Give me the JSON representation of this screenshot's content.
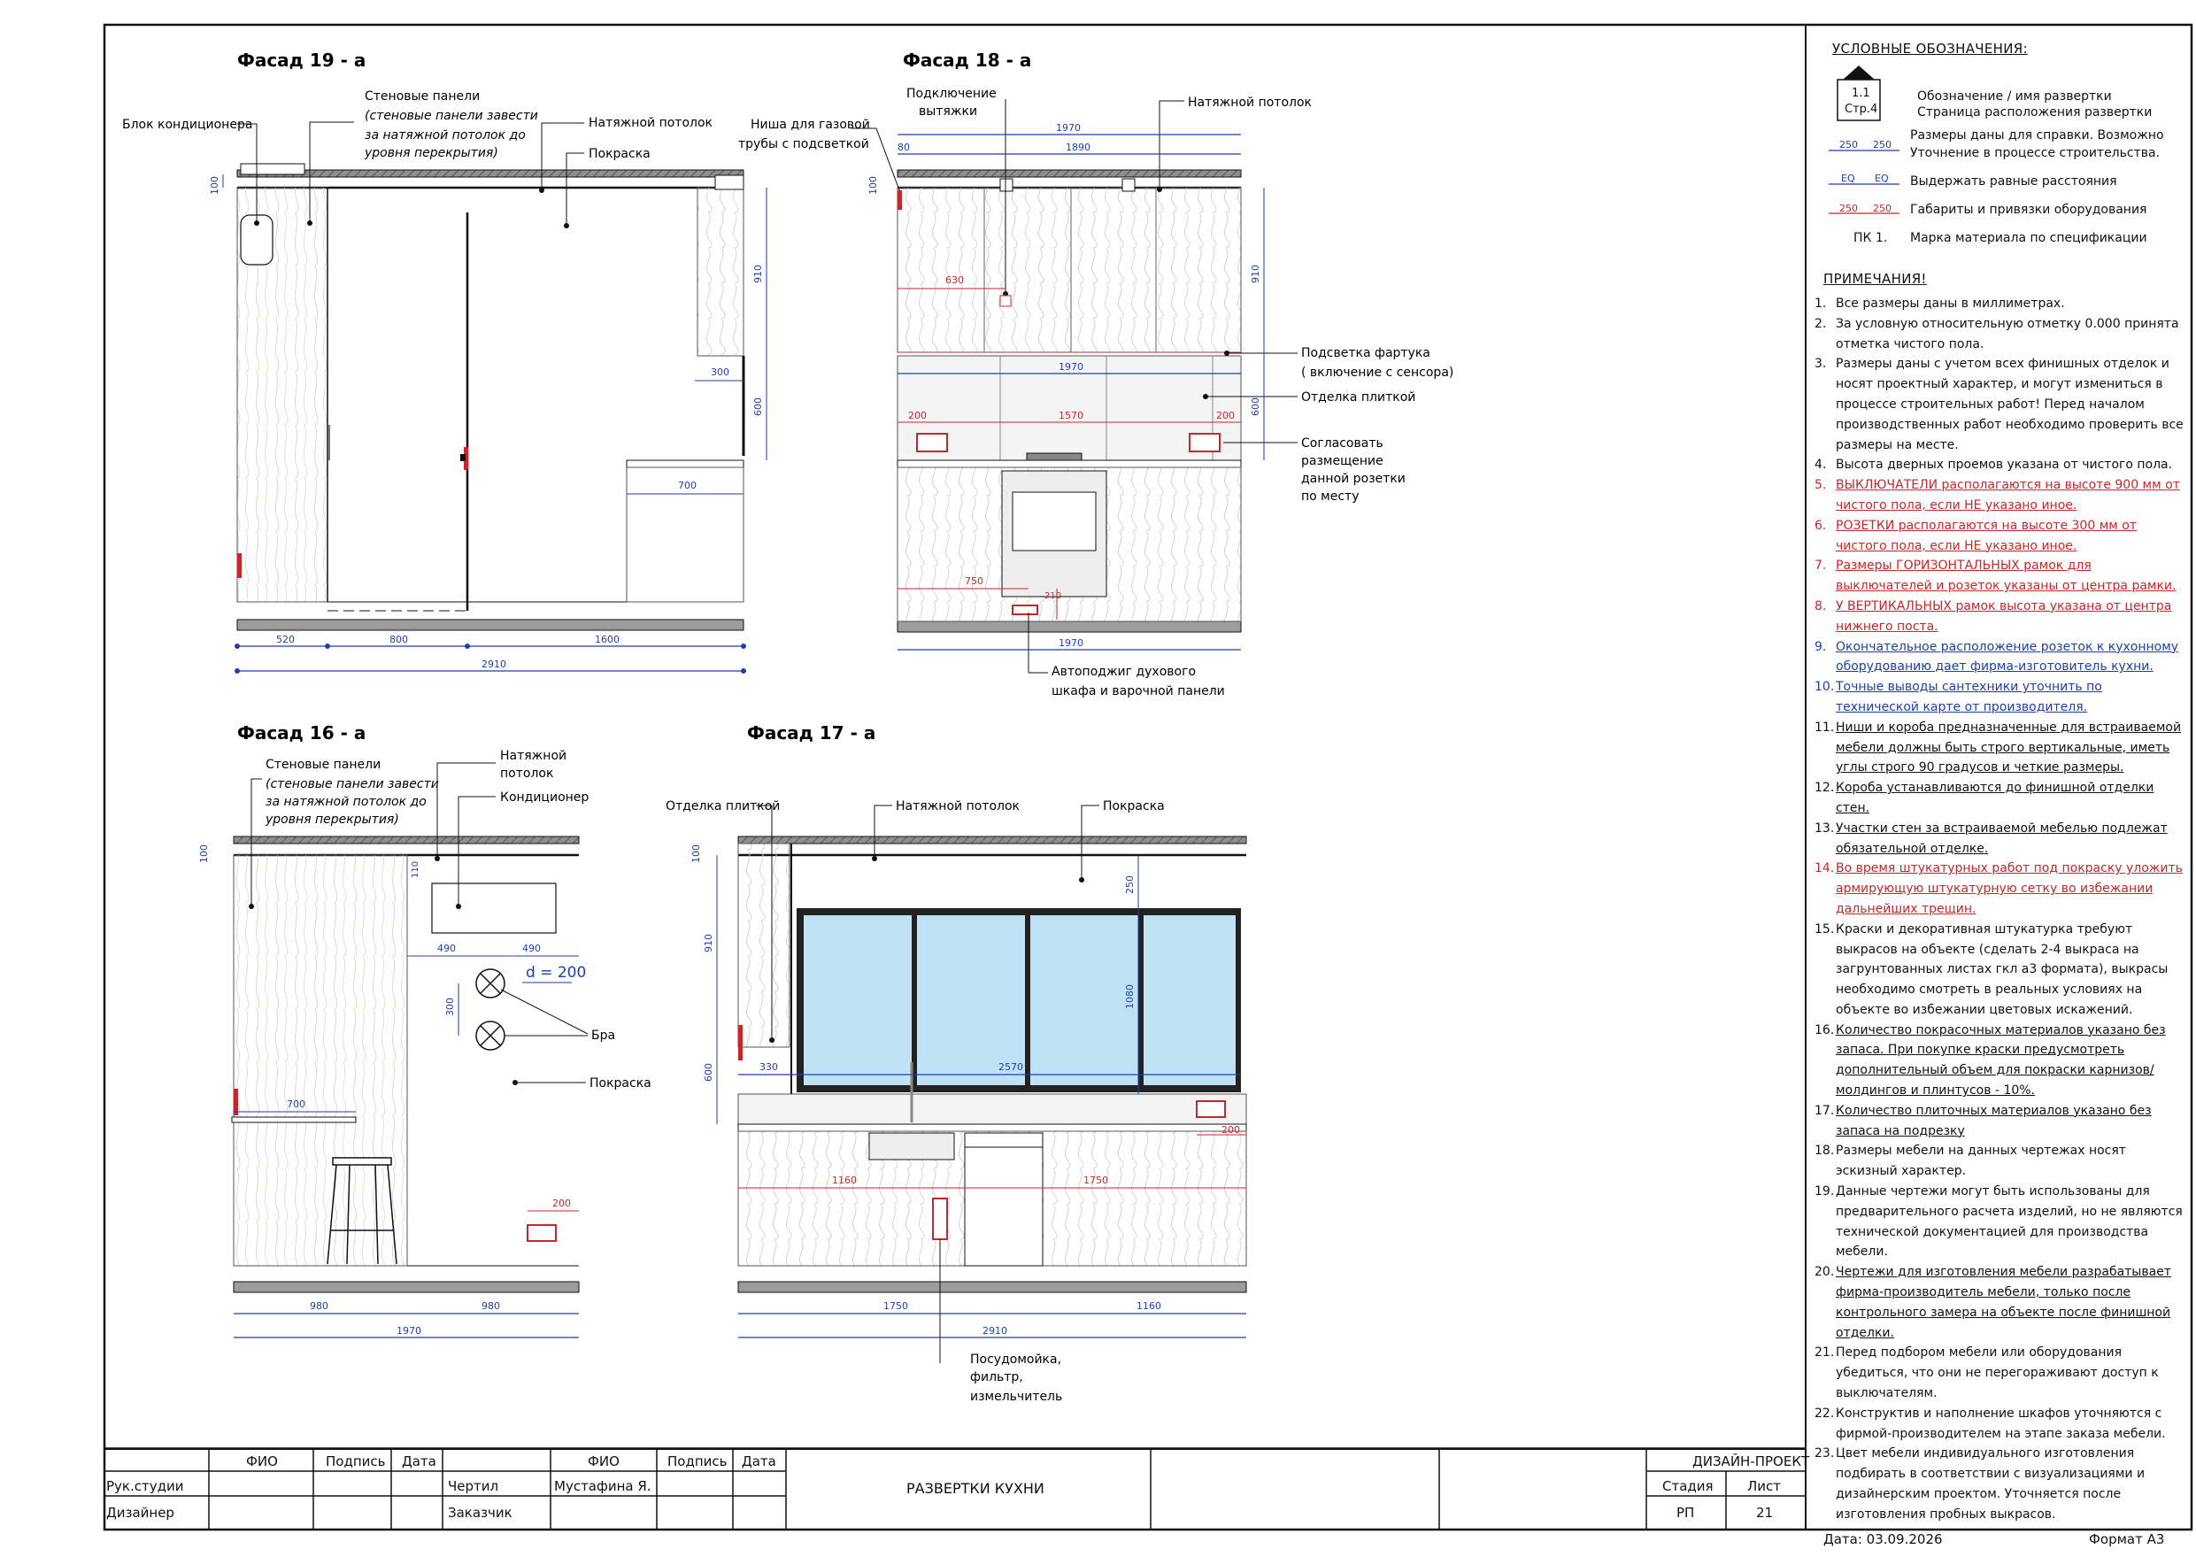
{
  "views": [
    {
      "id": "f19",
      "title": "Фасад 19 - а"
    },
    {
      "id": "f18",
      "title": "Фасад 18 - а"
    },
    {
      "id": "f16",
      "title": "Фасад 16 - а"
    },
    {
      "id": "f17",
      "title": "Фасад 17 - а"
    }
  ],
  "f19": {
    "labels": {
      "ac": "Блок кондиционера",
      "panels1": "Стеновые панели",
      "panels2": "(стеновые панели завести",
      "panels3": "за натяжной потолок до",
      "panels4": "уровня перекрытия)",
      "ceiling": "Натяжной потолок",
      "paint": "Покраска"
    },
    "dims": {
      "d100": "100",
      "d910": "910",
      "d300": "300",
      "d600": "600",
      "d700": "700",
      "d520": "520",
      "d800": "800",
      "d1600": "1600",
      "d2910": "2910"
    }
  },
  "f18": {
    "labels": {
      "hood1": "Подключение",
      "hood2": "вытяжки",
      "ceiling": "Натяжной потолок",
      "niche1": "Ниша для газовой",
      "niche2": "трубы с подсветкой",
      "light1": "Подсветка фартука",
      "light2": "( включение с сенсора)",
      "tile": "Отделка плиткой",
      "agree1": "Согласовать",
      "agree2": "размещение",
      "agree3": "данной розетки",
      "agree4": "по месту",
      "auto1": "Автоподжиг духового",
      "auto2": "шкафа  и варочной панели"
    },
    "dims": {
      "d1970a": "1970",
      "d80": "80",
      "d1890": "1890",
      "d100": "100",
      "d910": "910",
      "d630": "630",
      "d1970b": "1970",
      "d200a": "200",
      "d1570": "1570",
      "d200b": "200",
      "d600": "600",
      "d750": "750",
      "d210": "210",
      "d1970c": "1970"
    }
  },
  "f16": {
    "labels": {
      "panels1": "Стеновые панели",
      "panels2": "(стеновые панели завести",
      "panels3": "за натяжной потолок до",
      "panels4": "уровня перекрытия)",
      "ceiling1": "Натяжной",
      "ceiling2": "потолок",
      "ac": "Кондиционер",
      "diam": "d = 200",
      "sconce": "Бра",
      "paint": "Покраска"
    },
    "dims": {
      "d100": "100",
      "d110": "110",
      "d490a": "490",
      "d490b": "490",
      "d300": "300",
      "d700": "700",
      "d200": "200",
      "d980a": "980",
      "d980b": "980",
      "d1970": "1970"
    }
  },
  "f17": {
    "labels": {
      "tile": "Отделка плиткой",
      "ceiling": "Натяжной потолок",
      "paint": "Покраска",
      "dw1": "Посудомойка,",
      "dw2": "фильтр,",
      "dw3": "измельчитель"
    },
    "dims": {
      "d100": "100",
      "d910": "910",
      "d600": "600",
      "d250": "250",
      "d1080": "1080",
      "d330": "330",
      "d2570": "2570",
      "d200": "200",
      "d1160a": "1160",
      "d1750a": "1750",
      "d1750b": "1750",
      "d1160b": "1160",
      "d2910": "2910"
    }
  },
  "legend": {
    "title": "УСЛОВНЫЕ ОБОЗНАЧЕНИЯ:",
    "marker_top": "1.1",
    "marker_bottom": "Стр.4",
    "marker_text1": "Обозначение / имя развертки",
    "marker_text2": "Страница расположения развертки",
    "ref_a": "250",
    "ref_b": "250",
    "ref_text1": "Размеры даны для справки. Возможно",
    "ref_text2": "Уточнение в процессе строительства.",
    "eq_a": "EQ",
    "eq_b": "EQ",
    "eq_text": "Выдержать равные расстояния",
    "eqp_a": "250",
    "eqp_b": "250",
    "eqp_text": "Габариты и привязки оборудования",
    "pk": "ПК 1.",
    "pk_text": "Марка материала по спецификации"
  },
  "notes_title": "ПРИМЕЧАНИЯ!",
  "notes": [
    {
      "n": "1.",
      "text": "Все размеры даны в миллиметрах.",
      "style": ""
    },
    {
      "n": "2.",
      "text": "За условную относительную отметку 0.000 принята отметка чистого пола.",
      "style": ""
    },
    {
      "n": "3.",
      "text": "Размеры даны с учетом всех финишных отделок и носят проектный характер, и могут измениться в процессе строительных работ! Перед началом производственных работ необходимо проверить все размеры на месте.",
      "style": ""
    },
    {
      "n": "4.",
      "text": "Высота дверных проемов указана от чистого пола.",
      "style": ""
    },
    {
      "n": "5.",
      "text": "ВЫКЛЮЧАТЕЛИ располагаются на высоте 900 мм от чистого пола, если НЕ указано иное.",
      "style": "red"
    },
    {
      "n": "6.",
      "text": "РОЗЕТКИ располагаются на высоте 300 мм от чистого пола, если НЕ указано иное.",
      "style": "red"
    },
    {
      "n": "7.",
      "text": "Размеры ГОРИЗОНТАЛЬНЫХ рамок для выключателей и розеток указаны от центра рамки.",
      "style": "red"
    },
    {
      "n": "8.",
      "text": "У ВЕРТИКАЛЬНЫХ рамок высота указана от центра нижнего поста.",
      "style": "red"
    },
    {
      "n": "9.",
      "text": "Окончательное расположение розеток к кухонному оборудованию дает фирма-изготовитель кухни.",
      "style": "blue"
    },
    {
      "n": "10.",
      "text": "Точные выводы сантехники уточнить по технической карте от производителя.",
      "style": "blue"
    },
    {
      "n": "11.",
      "text": "Ниши и короба предназначенные для встраиваемой мебели должны быть строго вертикальные, иметь углы строго 90 градусов и четкие размеры.",
      "style": "ul"
    },
    {
      "n": "12.",
      "text": "Короба устанавливаются до финишной отделки стен.",
      "style": "ul"
    },
    {
      "n": "13.",
      "text": "Участки стен за встраиваемой мебелью подлежат обязательной отделке.",
      "style": "ul"
    },
    {
      "n": "14.",
      "text": "Во время штукатурных работ под покраску уложить  армирующую штукатурную сетку  во избежании дальнейших трещин.",
      "style": "red"
    },
    {
      "n": "15.",
      "text": "Краски и декоративная штукатурка требуют выкрасов на объекте (сделать 2-4 выкраса на загрунтованных листах гкл а3 формата), выкрасы необходимо смотреть в реальных условиях на объекте во избежании цветовых искажений.",
      "style": ""
    },
    {
      "n": "16.",
      "text": "Количество покрасочных материалов указано без запаса. При покупке краски предусмотреть дополнительный объем для покраски карнизов/молдингов и плинтусов - 10%.",
      "style": "ul"
    },
    {
      "n": "17.",
      "text": "Количество плиточных материалов указано без запаса на подрезку",
      "style": "ul"
    },
    {
      "n": "18.",
      "text": "Размеры мебели на данных чертежах носят эскизный характер.",
      "style": ""
    },
    {
      "n": "19.",
      "text": "Данные чертежи могут быть использованы для предварительного расчета изделий, но не являются технической документацией для производства мебели.",
      "style": ""
    },
    {
      "n": "20.",
      "text": "Чертежи для изготовления мебели разрабатывает фирма-производитель мебели, только после контрольного замера на объекте после финишной отделки.",
      "style": "ul"
    },
    {
      "n": "21.",
      "text": "Перед подбором мебели или оборудования убедиться, что они не перегораживают доступ к выключателям.",
      "style": ""
    },
    {
      "n": "22.",
      "text": "Конструктив и наполнение шкафов уточняются с фирмой-производителем на этапе заказа мебели.",
      "style": ""
    },
    {
      "n": "23.",
      "text": "Цвет мебели индивидуального изготовления подбирать в соответствии с визуализациями и дизайнерским проектом. Уточняется после изготовления пробных выкрасов.",
      "style": ""
    }
  ],
  "titleblock": {
    "fio1": "ФИО",
    "sign1": "Подпись",
    "date1": "Дата",
    "fio2": "ФИО",
    "sign2": "Подпись",
    "date2": "Дата",
    "role1": "Рук.студии",
    "role2": "Дизайнер",
    "role3": "Чертил",
    "role4": "Заказчик",
    "drawn_by": "Мустафина Я.",
    "sheet_name": "РАЗВЕРТКИ КУХНИ",
    "project_type": "ДИЗАЙН-ПРОЕКТ",
    "stage_label": "Стадия",
    "sheet_label": "Лист",
    "stage": "РП",
    "sheet_no": "21"
  },
  "footer": {
    "date": "Дата: 03.09.2026",
    "format": "Формат А3"
  }
}
